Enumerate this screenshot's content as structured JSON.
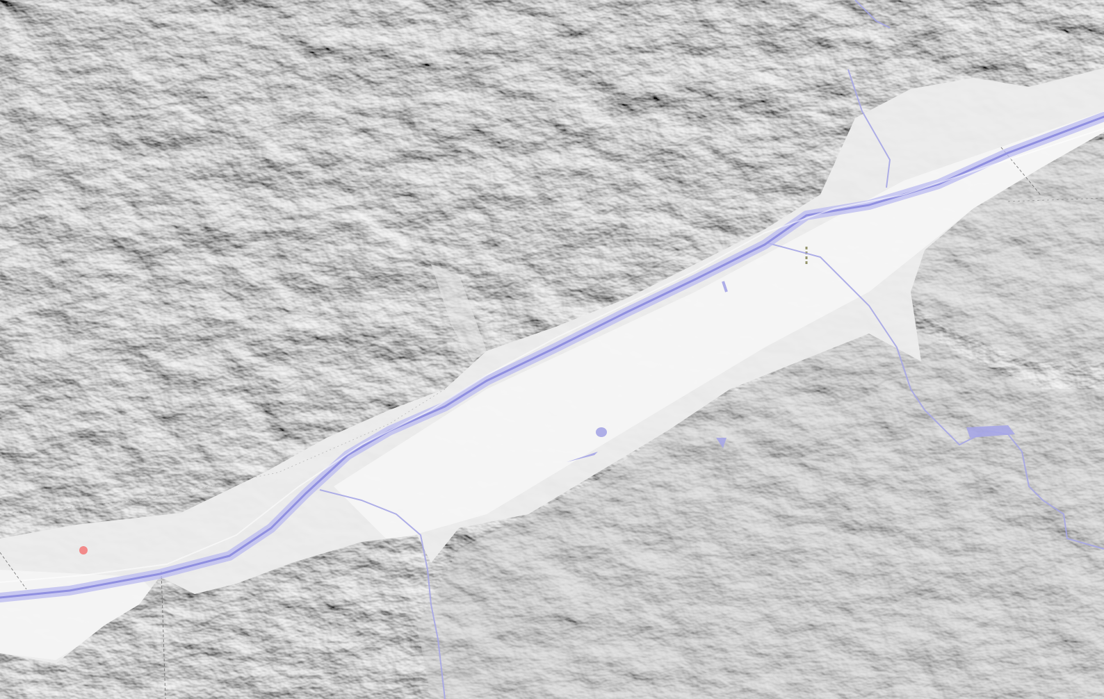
{
  "map": {
    "style": "grayscale-hillshade",
    "features": {
      "mountains_north": "hillshade-relief",
      "mountains_south": "hillshade-relief",
      "valley_floor": "flat-valley",
      "main_river": "river",
      "tributary_west": "stream",
      "tributary_east": "stream",
      "boundaries": "dashed-boundary-lines",
      "marker": "point-marker"
    }
  },
  "colors": {
    "relief_base": "#9b9b9b",
    "relief_light": "#c4c4c4",
    "relief_dark": "#7a7a7a",
    "valley": "#ededed",
    "valley_bright": "#f7f7f7",
    "river": "#a9a9ee",
    "river_edge": "#8f8fe0",
    "stream": "#a6a6e6",
    "boundary": "#555555",
    "marker": "#f28a8a"
  }
}
